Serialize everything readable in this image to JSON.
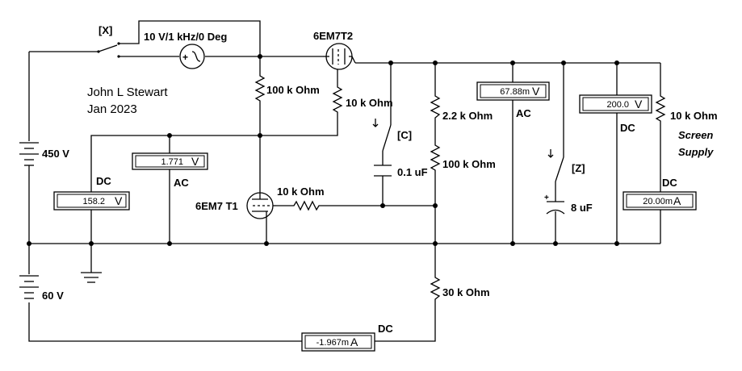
{
  "author": {
    "name": "John L Stewart",
    "date": "Jan 2023"
  },
  "switches": {
    "x": "[X]",
    "c": "[C]",
    "z": "[Z]"
  },
  "source": {
    "label": "10 V/1 kHz/0 Deg"
  },
  "tubes": {
    "t1": "6EM7 T1",
    "t2": "6EM7T2"
  },
  "batteries": {
    "b450": "450 V",
    "b60": "60 V"
  },
  "resistors": {
    "r100k_top": "100 k Ohm",
    "r10k_t2": "10 k Ohm",
    "r2_2k": "2.2 k Ohm",
    "r100k_mid": "100 k Ohm",
    "r10k_grid": "10 k Ohm",
    "r10k_screen": "10 k Ohm",
    "r30k": "30 k Ohm"
  },
  "capacitors": {
    "c01": "0.1 uF",
    "c8": "8 uF"
  },
  "screen_supply": {
    "line1": "Screen",
    "line2": "Supply"
  },
  "meters": {
    "m_158": {
      "value": "158.2",
      "unit": "V",
      "mode": "DC"
    },
    "m_1771": {
      "value": "1.771",
      "unit": "V",
      "mode": "AC"
    },
    "m_6788": {
      "value": "67.88m",
      "unit": "V",
      "mode": "AC"
    },
    "m_200": {
      "value": "200.0",
      "unit": "V",
      "mode": "DC"
    },
    "m_20ma": {
      "value": "20.00m",
      "unit": "A",
      "mode": "DC"
    },
    "m_neg": {
      "value": "-1.967m",
      "unit": "A",
      "mode": "DC"
    }
  }
}
